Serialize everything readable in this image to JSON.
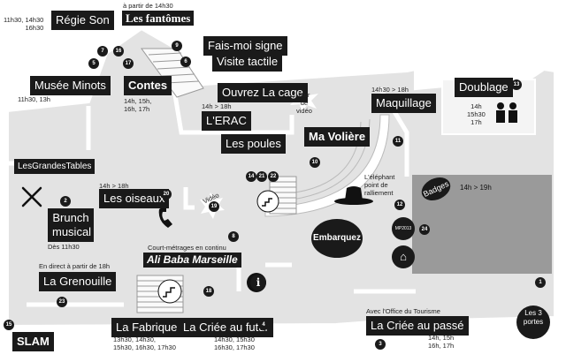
{
  "labels": {
    "regie_son": "Régie Son",
    "fantomes": "Les fantômes",
    "fais_moi_signe": "Fais-moi signe",
    "visite_tactile": "Visite tactile",
    "musee_minots": "Musée Minots",
    "contes": "Contes",
    "ouvrez_la_cage": "Ouvrez La cage",
    "lerac": "L'ERAC",
    "les_poules": "Les poules",
    "ma_voliere": "Ma Volière",
    "maquillage": "Maquillage",
    "doublage": "Doublage",
    "grandes_tables": "LesGrandesTables",
    "brunch": "Brunch musical",
    "les_oiseaux": "Les oiseaux",
    "embarquez": "Embarquez",
    "badges": "Badges",
    "alibaba": "Ali Baba Marseille",
    "la_grenouille": "La Grenouille",
    "la_fabrique": "La Fabrique",
    "la_criee_futur": "La Criée au futur",
    "la_criee_passe": "La Criée au passé",
    "slam": "SLAM",
    "les_3_portes": "Les 3 portes",
    "mp2013": "MP2013",
    "info": "i"
  },
  "texts": {
    "regie_son_times": "11h30, 14h30\n16h30",
    "fantomes_time": "à partir de 14h30",
    "musee_minots_time": "11h30, 13h",
    "contes_times": "14h, 15h,\n16h, 17h",
    "lerac_time": "14h > 18h",
    "mur_de_video": "Mur\nde\nvidéo",
    "maquillage_time": "14h30 > 18h",
    "doublage_times": "14h\n15h30\n17h",
    "elephant": "L'éléphant\npoint de\nralliement",
    "badges_time": "14h > 19h",
    "oiseaux_time": "14h > 18h",
    "video": "Vidéo",
    "brunch_time": "Dès 11h30",
    "court_metrages": "Court-métrages en continu",
    "grenouille_time": "En direct à partir de 18h",
    "fabrique_times": "13h30, 14h30,\n15h30, 16h30, 17h30",
    "criee_futur_times": "14h30, 15h30\n16h30, 17h30",
    "office_tourisme": "Avec l'Office du Tourisme",
    "criee_passe_times": "14h, 15h\n16h, 17h"
  },
  "numbers": {
    "n1": "1",
    "n2": "2",
    "n3": "3",
    "n4": "4",
    "n5": "5",
    "n6": "6",
    "n7": "7",
    "n8": "8",
    "n9": "9",
    "n10": "10",
    "n11": "11",
    "n12": "12",
    "n13": "13",
    "n14": "14",
    "n15": "15",
    "n16": "16",
    "n17": "17",
    "n18": "18",
    "n19": "19",
    "n20": "20",
    "n21": "21",
    "n22": "22",
    "n23": "23",
    "n24": "24"
  },
  "colors": {
    "floor": "#e3e3e3",
    "room": "#9a9a9a",
    "label_bg": "#1a1a1a",
    "wall": "#ffffff"
  }
}
